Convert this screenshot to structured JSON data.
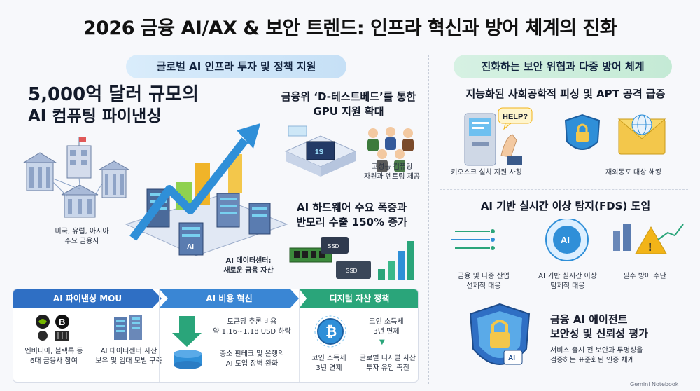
{
  "title": "2026 금융 AI/AX & 보안 트렌드: 인프라 혁신과 방어 체계의 진화",
  "left": {
    "section_title": "글로벌 AI 인프라 투자 및 정책 지원",
    "headline_line1": "5,000억 달러 규모의",
    "headline_line2": "AI 컴퓨팅 파이낸싱",
    "banks_caption_line1": "미국, 유럽, 아시아",
    "banks_caption_line2": "주요 금융사",
    "datacenter_caption_line1": "AI 데이터센터:",
    "datacenter_caption_line2": "새로운 금융 자산",
    "testbed_title_line1": "금융위 ‘D-테스트베드’를 통한",
    "testbed_title_line2": "GPU 지원 확대",
    "testbed_caption_line1": "고성능 컴퓨팅",
    "testbed_caption_line2": "자원과 멘토링 제공",
    "testbed_chip_label": "1S",
    "hardware_title_line1": "AI 하드웨어 수요 폭증과",
    "hardware_title_line2": "반모리 수출 150% 증가",
    "ssd_label_1": "SSD",
    "ssd_label_2": "SSD",
    "server_label": "AI"
  },
  "tabs": [
    {
      "header": "AI 파이낸싱 MOU",
      "color": "#2f6fc4",
      "item1_line1": "엔비디아, 블랙록 등",
      "item1_line2": "6대 금융사 참여",
      "item2_line1": "AI 데이터센터 자산",
      "item2_line2": "보유 및 임대 모빌 구축",
      "logo_b": "B"
    },
    {
      "header": "AI 비용 혁신",
      "color": "#3a86d4",
      "item1_line1": "토큰당 추론 비용",
      "item1_line2": "약 1.16~1.18 USD 하락",
      "item2_line1": "중소 핀테크 및 은행의",
      "item2_line2": "AI 도입 장벽 완화"
    },
    {
      "header": "디지털 자산 정책",
      "color": "#2aa57a",
      "item1_line1": "코인 소득세",
      "item1_line2": "3년 면제",
      "item2_line1": "코인 소득세",
      "item2_line2": "3년 면제",
      "item3_line1": "글로벌 디지털 자산",
      "item3_line2": "투자 유입 촉진"
    }
  ],
  "right": {
    "section_title": "진화하는 보안 위협과 다중 방어 체계",
    "phishing_title": "지능화된 사회공학적 피싱 및 APT 공격 급증",
    "help_bubble": "HELP?",
    "kiosk_caption": "키오스크 설치 지원 사칭",
    "email_caption": "재외동포 대상 해킹",
    "fds_title": "AI 기반 실시간 이상 탐지(FDS) 도입",
    "fds_caption1_line1": "금융 및 다중 산업",
    "fds_caption1_line2": "선제적 대응",
    "fds_caption2_line1": "AI 기반 실시간 이상",
    "fds_caption2_line2": "탐제적 대응",
    "fds_caption3": "필수 방어 수단",
    "agent_title_line1": "금융 AI 에이전트",
    "agent_title_line2": "보안성 및 신뢰성 평가",
    "agent_caption_line1": "서비스 출시 전 보안과 투명성을",
    "agent_caption_line2": "검증하는 표준화된 인증 체계",
    "shield_label": "AI",
    "brain_label": "AI"
  },
  "watermark": "Gemini Notebook",
  "colors": {
    "blue": "#2f6fc4",
    "green": "#2aa57a",
    "accent_arrow": "#2f8fd8",
    "warning": "#f2b418"
  }
}
